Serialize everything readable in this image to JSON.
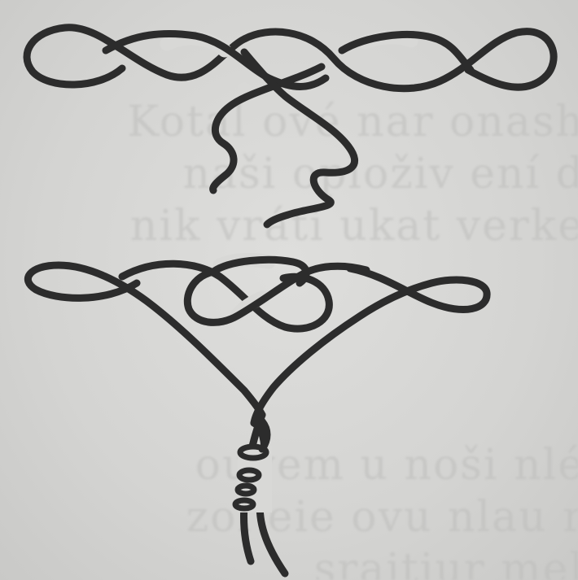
{
  "show_through_text": [
    "Kotal ové nar onash",
    "naši oploživ ení d",
    "nik vrátí ukat verke",
    "",
    "",
    "",
    "",
    "",
    "ouvem u noši nlé",
    "zoi eie ovu nlau r",
    "sraitiur mel"
  ],
  "colors": {
    "paper": "#d6d6d4",
    "ink": "#2c2c2c",
    "show_through": "#bdbdbb"
  }
}
